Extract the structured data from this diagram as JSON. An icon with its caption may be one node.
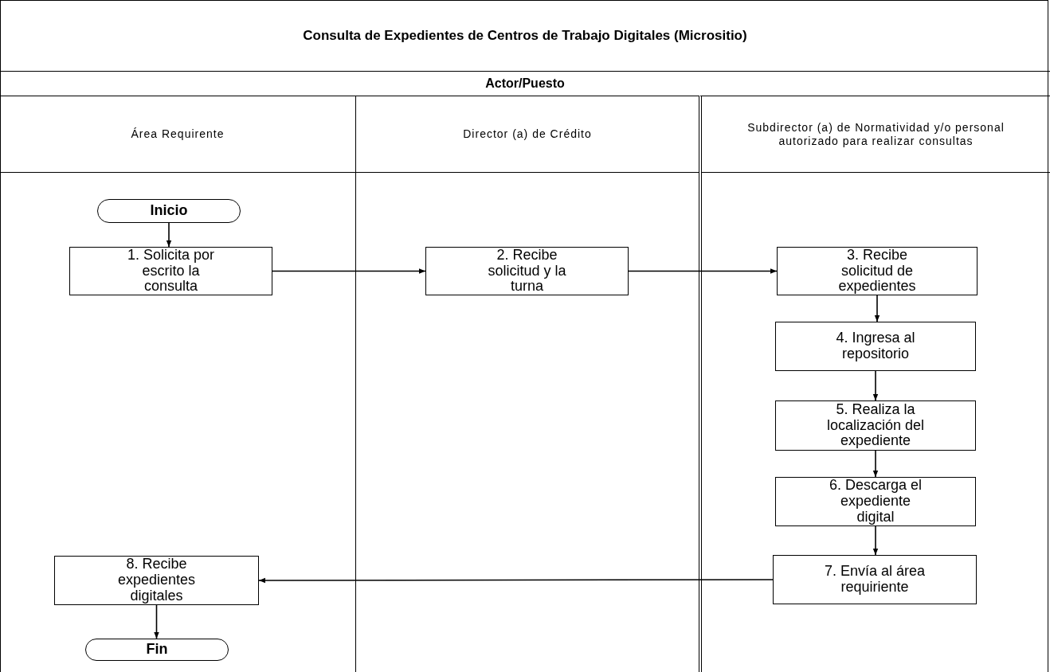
{
  "diagram": {
    "title": "Consulta de Expedientes de Centros de Trabajo Digitales (Micrositio)",
    "nodes": [
      {
        "text": [
          "Área Requirente"
        ]
      },
      {
        "text": [
          "Director (a) de Crédito"
        ]
      },
      {
        "text": [
          "Subdirector (a) de Normatividad y/o personal autorizado para realizar consultas"
        ]
      },
      {
        "text": [
          "Inicio"
        ],
        "in": 0
      },
      {
        "text": [
          "1. Solicita por escrito la consulta"
        ],
        "in": 0
      },
      {
        "text": [
          "2. Recibe solicitud y la turna"
        ],
        "in": 1
      },
      {
        "text": [
          "3. Recibe solicitud de expedientes"
        ],
        "in": 2
      },
      {
        "text": [
          "4. Ingresa al repositorio"
        ],
        "in": 2
      },
      {
        "text": [
          "5. Realiza la localización del expediente"
        ],
        "in": 2
      },
      {
        "text": [
          "6. Descarga el expediente digital"
        ],
        "in": 2
      },
      {
        "text": [
          "7. Envía al área requiriente"
        ],
        "in": 2
      },
      {
        "text": [
          "8. Recibe expedientes digitales"
        ],
        "in": 0
      },
      {
        "text": [
          "Fin"
        ],
        "in": 0
      }
    ],
    "edges": [
      {
        "from": 3,
        "to": 4,
        "arrow": "to"
      },
      {
        "from": 4,
        "to": 5,
        "arrow": "to"
      },
      {
        "from": 5,
        "to": 6,
        "arrow": "to"
      },
      {
        "from": 6,
        "to": 7,
        "arrow": "to"
      },
      {
        "from": 7,
        "to": 8,
        "arrow": "to"
      },
      {
        "from": 8,
        "to": 9,
        "arrow": "to"
      },
      {
        "from": 9,
        "to": 10,
        "arrow": "to"
      },
      {
        "from": 10,
        "to": 11,
        "arrow": "to"
      },
      {
        "from": 11,
        "to": 12,
        "arrow": "to"
      }
    ],
    "labels": [
      "Actor/Puesto"
    ]
  }
}
